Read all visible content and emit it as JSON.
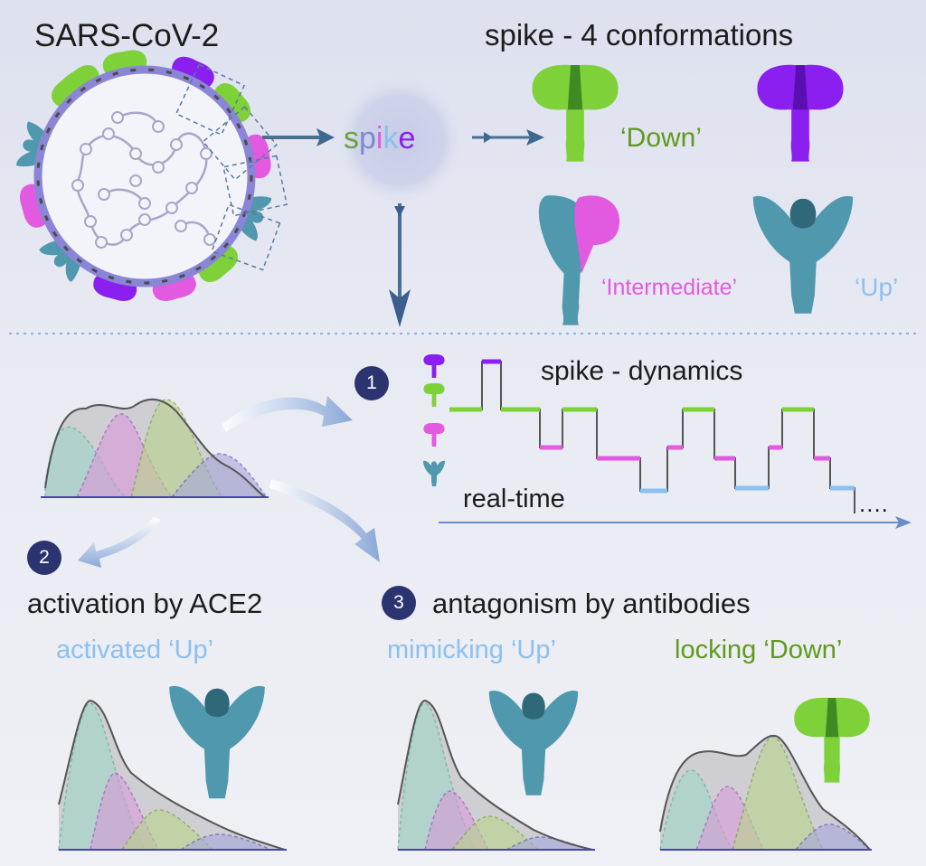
{
  "colors": {
    "down": "#7fd13a",
    "down_dark": "#3f8a22",
    "violet": "#8a1ff0",
    "violet_dark": "#5a0fb0",
    "intermediate": "#e25ae0",
    "up": "#4f98ad",
    "up_dark": "#2f6878",
    "up_label": "#8cc0ee",
    "navy": "#2c3470",
    "membrane": "#8a85d6"
  },
  "top": {
    "virus_title": "SARS-CoV-2",
    "spike_word": {
      "s": "s",
      "p": "p",
      "i": "i",
      "k": "k",
      "e": "e"
    },
    "conformations_title": "spike - 4 conformations",
    "label_down": "‘Down’",
    "label_intermediate": "‘Intermediate’",
    "label_up": "‘Up’"
  },
  "dynamics": {
    "badge": "1",
    "title": "spike - dynamics",
    "time_label": "real-time",
    "ellipsis": "...."
  },
  "activation": {
    "badge": "2",
    "title": "activation by ACE2",
    "subtitle": "activated ‘Up’"
  },
  "antagonism": {
    "badge": "3",
    "title": "antagonism by antibodies",
    "sub_mimic": "mimicking ‘Up’",
    "sub_lock": "locking ‘Down’"
  }
}
